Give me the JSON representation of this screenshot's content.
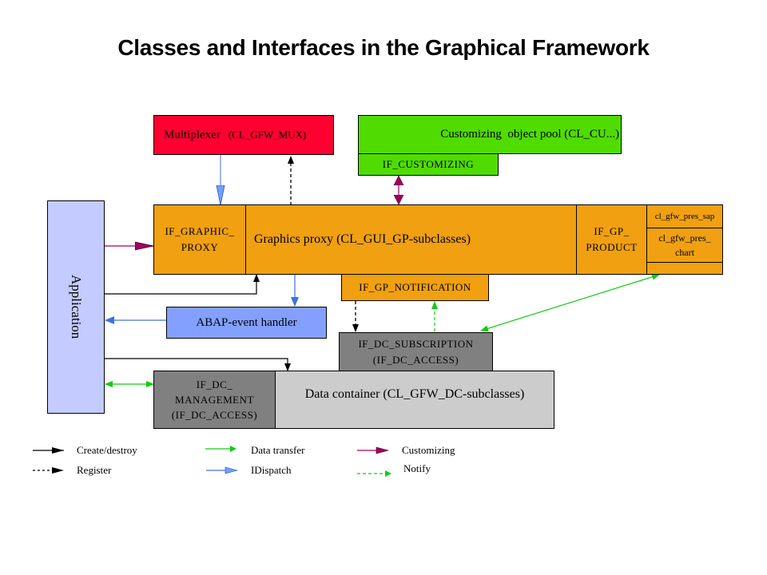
{
  "title": "Classes and Interfaces in the Graphical Framework",
  "colors": {
    "multiplexer": "#ff0030",
    "customizing_pool": "#50dc00",
    "graphics_proxy": "#f0a010",
    "application": "#c4ccff",
    "abap_event_handler": "#84a0ff",
    "dc_interface": "#808080",
    "data_container": "#cccccc",
    "create_destroy": "#000000",
    "data_transfer": "#10cc10",
    "customizing": "#a00060",
    "idispatch": "#4070e0",
    "notify": "#10cc10"
  },
  "boxes": {
    "multiplexer": {
      "name": "Multiplexer",
      "class": "(CL_GFW_MUX)"
    },
    "customizing_pool": {
      "label": "Customizing  object pool (CL_CU...)"
    },
    "if_customizing": {
      "label": "IF_CUSTOMIZING"
    },
    "application": {
      "label": "Application"
    },
    "if_graphic_proxy": {
      "line1": "IF_GRAPHIC_",
      "line2": "PROXY"
    },
    "graphics_proxy": {
      "label": "Graphics proxy (CL_GUI_GP-subclasses)"
    },
    "if_gp_product": {
      "line1": "IF_GP_",
      "line2": "PRODUCT"
    },
    "cl_gfw_pres_sap": {
      "label": "cl_gfw_pres_sap"
    },
    "cl_gfw_pres_chart": {
      "line1": "cl_gfw_pres_",
      "line2": "chart"
    },
    "if_gp_notification": {
      "label": "IF_GP_NOTIFICATION"
    },
    "abap_event_handler": {
      "label": "ABAP-event handler"
    },
    "if_dc_subscription": {
      "line1": "IF_DC_SUBSCRIPTION",
      "line2": "(IF_DC_ACCESS)"
    },
    "if_dc_management": {
      "line1": "IF_DC_",
      "line2": "MANAGEMENT",
      "line3": "(IF_DC_ACCESS)"
    },
    "data_container": {
      "label": "Data container (CL_GFW_DC-subclasses)"
    }
  },
  "legend": [
    {
      "label": "Create/destroy",
      "style": "solid",
      "color": "#000000"
    },
    {
      "label": "Register",
      "style": "dashed",
      "color": "#000000"
    },
    {
      "label": "Data transfer",
      "style": "solid",
      "color": "#10cc10"
    },
    {
      "label": "IDispatch",
      "style": "solid",
      "color": "#4070e0"
    },
    {
      "label": "Customizing",
      "style": "solid",
      "color": "#a00060"
    },
    {
      "label": "Notify",
      "style": "dashed",
      "color": "#10cc10"
    }
  ]
}
